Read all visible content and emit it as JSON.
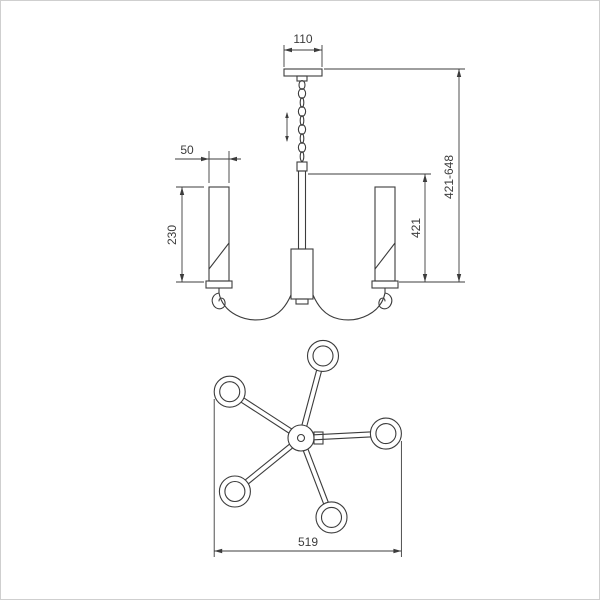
{
  "colors": {
    "line": "#3c3c3c",
    "text": "#3c3c3c",
    "background": "#ffffff",
    "frame": "#cfcfcf"
  },
  "dims": {
    "canopy_width": "110",
    "candle_width": "50",
    "candle_height": "230",
    "drop_min": "421",
    "drop_range": "421-648",
    "diameter": "519"
  }
}
